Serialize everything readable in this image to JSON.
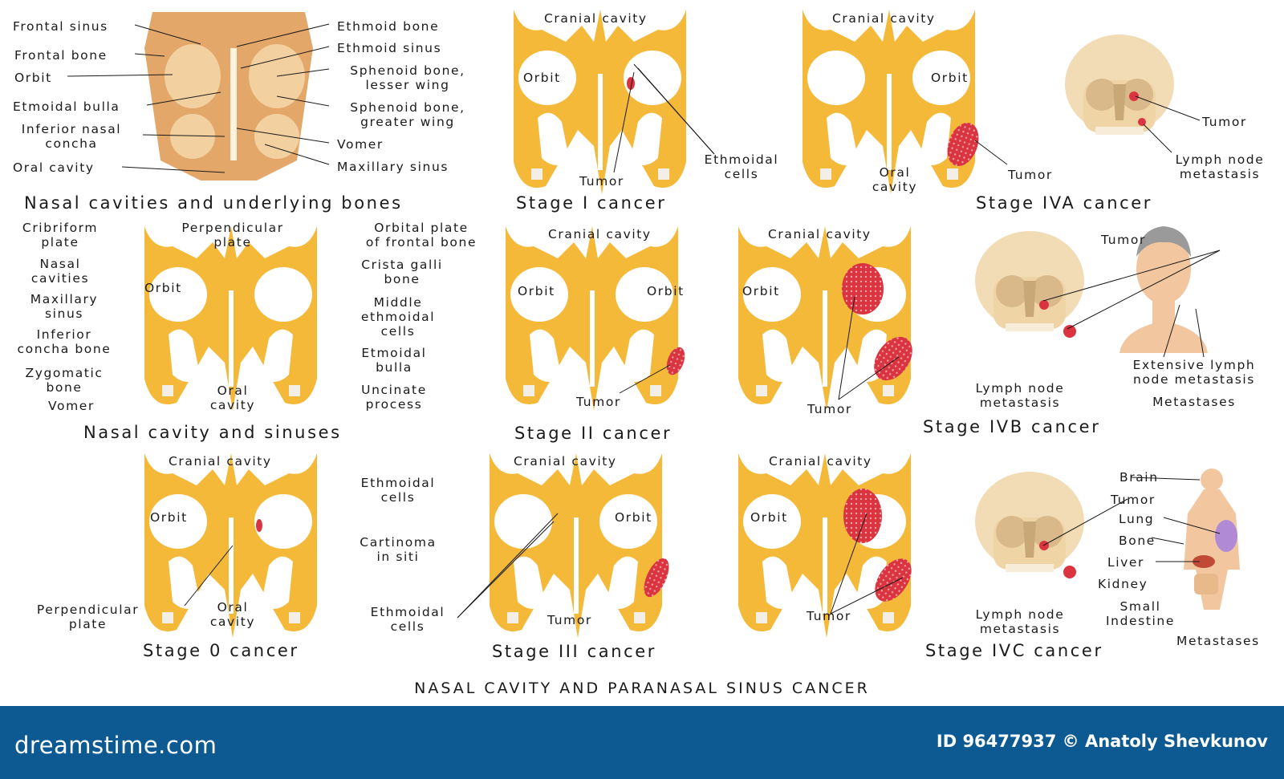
{
  "title": "NASAL CAVITY AND PARANASAL SINUS CANCER",
  "panels": {
    "anatomy": {
      "caption": "Nasal cavities and underlying bones",
      "labels": [
        "Frontal sinus",
        "Frontal bone",
        "Orbit",
        "Etmoidal bulla",
        "Inferior nasal",
        "concha",
        "Oral cavity",
        "Ethmoid bone",
        "Ethmoid sinus",
        "Sphenoid bone,",
        "lesser wing",
        "Sphenoid bone,",
        "greater wing",
        "Vomer",
        "Maxillary sinus"
      ]
    },
    "stage1": {
      "caption": "Stage I cancer",
      "labels": [
        "Cranial cavity",
        "Orbit",
        "Tumor",
        "Ethmoidal",
        "cells"
      ]
    },
    "stage_iva_left": {
      "labels": [
        "Cranial cavity",
        "Orbit",
        "Oral",
        "cavity",
        "Tumor"
      ]
    },
    "stage_iva": {
      "caption": "Stage IVA cancer",
      "labels": [
        "Tumor",
        "Lymph node",
        "metastasis"
      ]
    },
    "sinuses": {
      "caption": "Nasal cavity and sinuses",
      "labels": [
        "Cribriform",
        "plate",
        "Nasal",
        "cavities",
        "Maxillary",
        "sinus",
        "Inferior",
        "concha bone",
        "Zygomatic",
        "bone",
        "Vomer",
        "Orbit",
        "Perpendicular",
        "plate",
        "Oral",
        "cavity",
        "Orbital plate",
        "of frontal bone",
        "Crista galli",
        "bone",
        "Middle",
        "ethmoidal",
        "cells",
        "Etmoidal",
        "bulla",
        "Uncinate",
        "process"
      ]
    },
    "stage2": {
      "caption": "Stage II cancer",
      "labels": [
        "Cranial cavity",
        "Orbit",
        "Orbit",
        "Tumor"
      ]
    },
    "stage2b": {
      "labels": [
        "Cranial cavity",
        "Orbit",
        "Tumor"
      ]
    },
    "stage_ivb": {
      "caption": "Stage IVB cancer",
      "labels": [
        "Tumor",
        "Lymph node",
        "metastasis",
        "Extensive lymph",
        "node metastasis",
        "Metastases"
      ]
    },
    "stage0": {
      "caption": "Stage 0 cancer",
      "labels": [
        "Cranial cavity",
        "Orbit",
        "Ethmoidal",
        "cells",
        "Cartinoma",
        "in siti",
        "Perpendicular",
        "plate",
        "Oral",
        "cavity"
      ]
    },
    "stage3": {
      "caption": "Stage III cancer",
      "labels": [
        "Cranial cavity",
        "Orbit",
        "Ethmoidal",
        "cells",
        "Tumor"
      ]
    },
    "stage3b": {
      "labels": [
        "Cranial cavity",
        "Orbit",
        "Tumor"
      ]
    },
    "stage_ivc": {
      "caption": "Stage IVC cancer",
      "labels": [
        "Lymph node",
        "metastasis",
        "Brain",
        "Tumor",
        "Lung",
        "Bone",
        "Liver",
        "Kidney",
        "Small",
        "Indestine",
        "Metastases"
      ]
    }
  },
  "footer": {
    "brand": "dreamstime.com",
    "credit": "ID 96477937 © Anatoly Shevkunov"
  },
  "colors": {
    "bone": "#f5b93a",
    "tumor": "#d9343f",
    "skull": "#f2dcb6",
    "footer": "#0d5a93"
  }
}
